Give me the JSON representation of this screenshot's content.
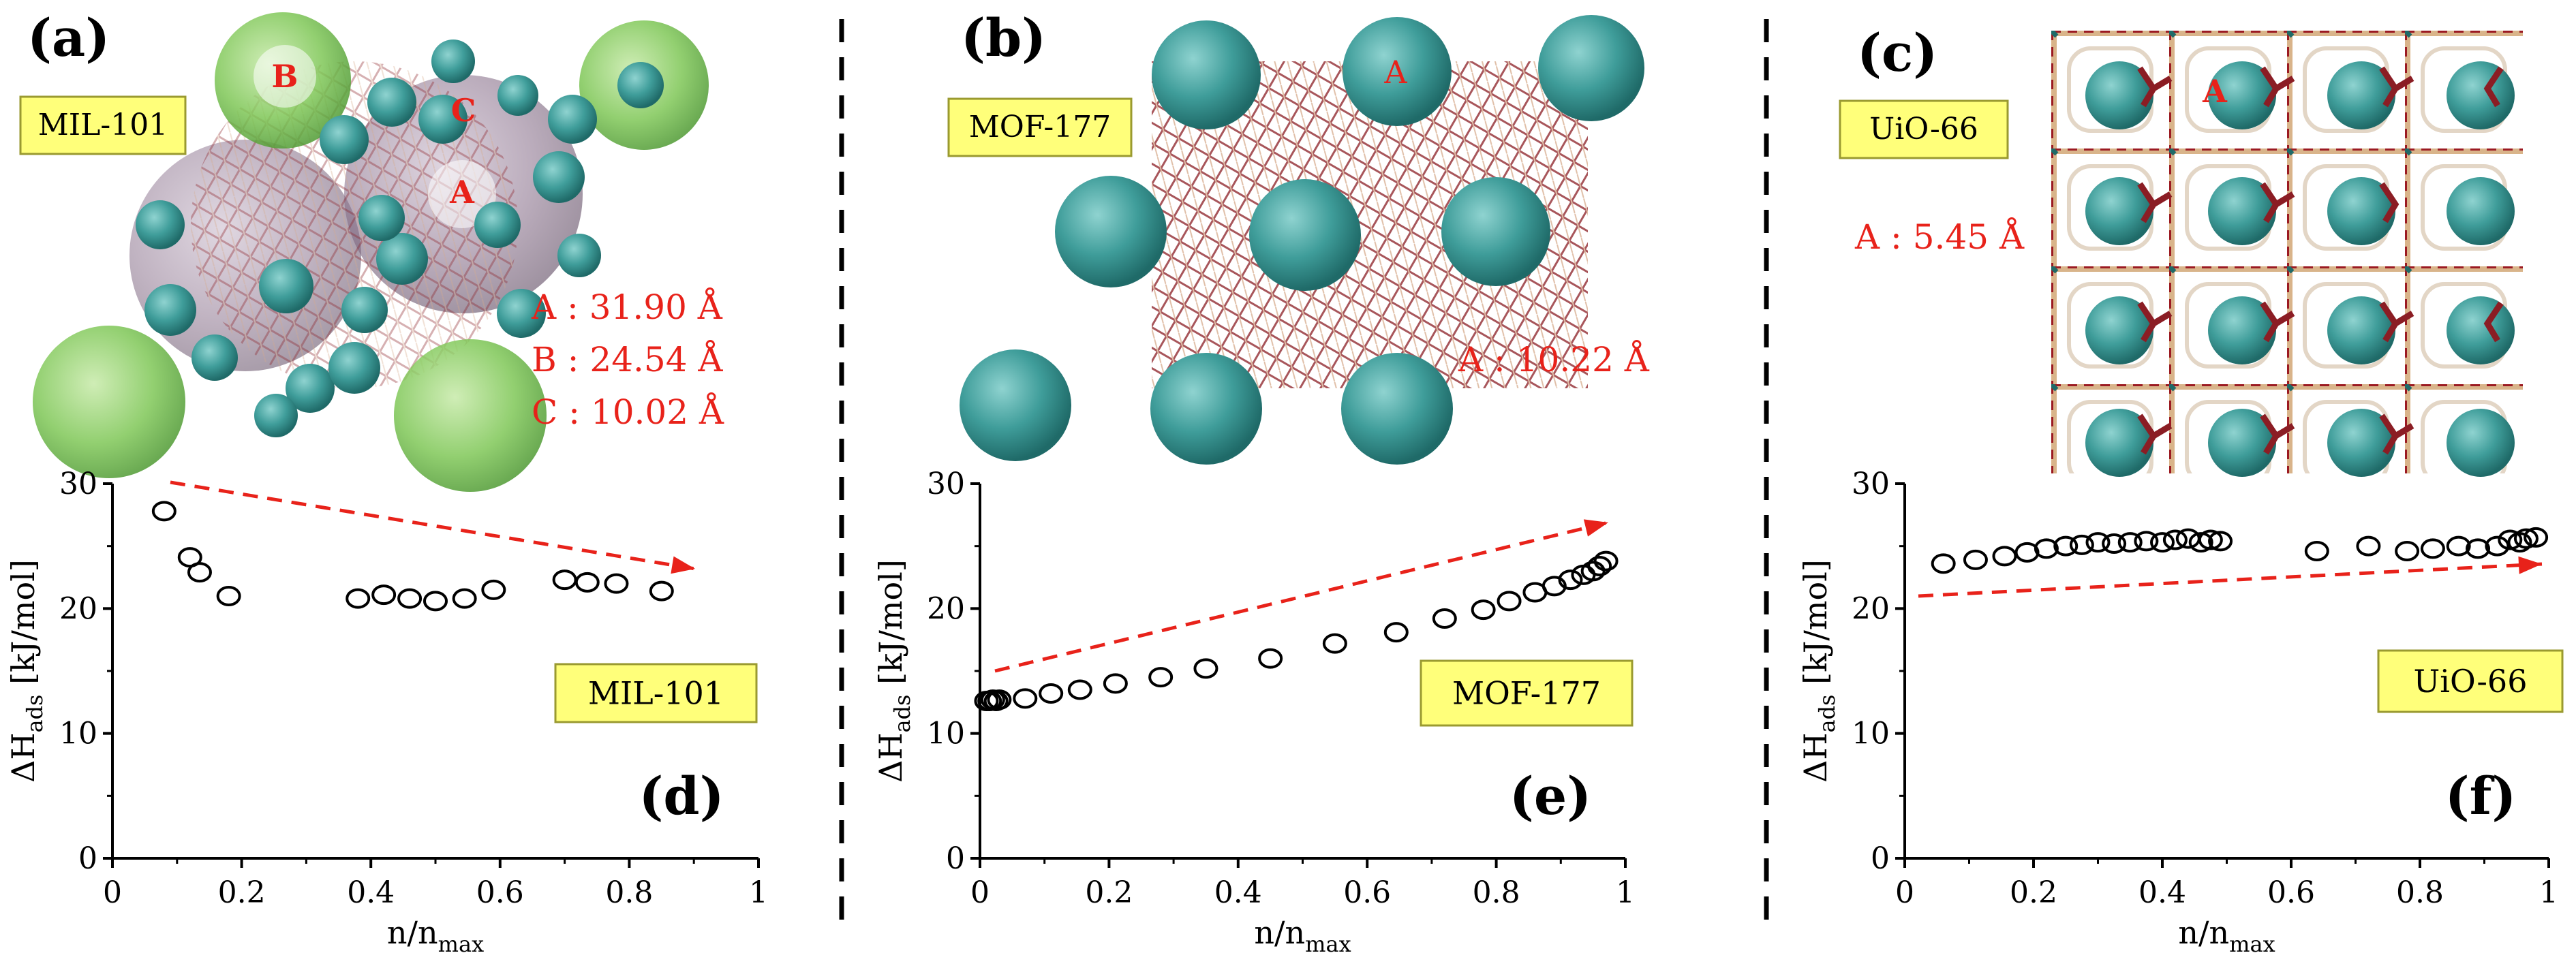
{
  "figure": {
    "colors": {
      "teal": "#3f9d9a",
      "green": "#7fc757",
      "purple": "#8e7690",
      "framework_red": "#8b1d24",
      "label_red": "#e8221a",
      "tag_yellow": "#ffff7a",
      "arrow_red": "#e8221a",
      "marker": "#000000"
    },
    "panels_top": [
      {
        "letter": "(a)",
        "tag": "MIL-101",
        "pore_labels": [
          "A",
          "B",
          "C"
        ],
        "size_labels": [
          "A : 31.90 Å",
          "B : 24.54 Å",
          "C : 10.02 Å"
        ]
      },
      {
        "letter": "(b)",
        "tag": "MOF-177",
        "pore_labels": [
          "A"
        ],
        "size_labels": [
          "A : 10.22 Å"
        ]
      },
      {
        "letter": "(c)",
        "tag": "UiO-66",
        "pore_labels": [
          "A"
        ],
        "size_labels": [
          "A : 5.45 Å"
        ]
      }
    ]
  },
  "chart_data": [
    {
      "type": "scatter",
      "letter": "(d)",
      "tag": "MIL-101",
      "xlabel": "n/n",
      "xlabel_sub": "max",
      "ylabel": "ΔH",
      "ylabel_sub": "ads",
      "ylabel_unit": "[kJ/mol]",
      "xlim": [
        0,
        1
      ],
      "ylim": [
        0,
        30
      ],
      "xticks": [
        "0",
        "0.2",
        "0.4",
        "0.6",
        "0.8",
        "1"
      ],
      "yticks": [
        "0",
        "10",
        "20",
        "30"
      ],
      "marker": "open-circle",
      "arrow": "decreasing",
      "x": [
        0.08,
        0.12,
        0.135,
        0.18,
        0.38,
        0.42,
        0.46,
        0.5,
        0.545,
        0.59,
        0.7,
        0.735,
        0.78,
        0.85
      ],
      "y": [
        27.8,
        24.1,
        22.9,
        21.0,
        20.8,
        21.1,
        20.8,
        20.6,
        20.8,
        21.5,
        22.3,
        22.1,
        22.0,
        21.4
      ]
    },
    {
      "type": "scatter",
      "letter": "(e)",
      "tag": "MOF-177",
      "xlabel": "n/n",
      "xlabel_sub": "max",
      "ylabel": "ΔH",
      "ylabel_sub": "ads",
      "ylabel_unit": "[kJ/mol]",
      "xlim": [
        0,
        1
      ],
      "ylim": [
        0,
        30
      ],
      "xticks": [
        "0",
        "0.2",
        "0.4",
        "0.6",
        "0.8",
        "1"
      ],
      "yticks": [
        "0",
        "10",
        "20",
        "30"
      ],
      "marker": "open-circle",
      "arrow": "increasing",
      "x": [
        0.01,
        0.015,
        0.02,
        0.025,
        0.03,
        0.07,
        0.11,
        0.155,
        0.21,
        0.28,
        0.35,
        0.45,
        0.55,
        0.645,
        0.72,
        0.78,
        0.82,
        0.86,
        0.89,
        0.915,
        0.935,
        0.95,
        0.96,
        0.97
      ],
      "y": [
        12.6,
        12.6,
        12.7,
        12.6,
        12.7,
        12.8,
        13.2,
        13.5,
        14.0,
        14.5,
        15.2,
        16.0,
        17.2,
        18.1,
        19.2,
        19.9,
        20.6,
        21.3,
        21.8,
        22.3,
        22.7,
        23.0,
        23.4,
        23.8
      ]
    },
    {
      "type": "scatter",
      "letter": "(f)",
      "tag": "UiO-66",
      "xlabel": "n/n",
      "xlabel_sub": "max",
      "ylabel": "ΔH",
      "ylabel_sub": "ads",
      "ylabel_unit": "[kJ/mol]",
      "xlim": [
        0,
        1
      ],
      "ylim": [
        0,
        30
      ],
      "xticks": [
        "0",
        "0.2",
        "0.4",
        "0.6",
        "0.8",
        "1"
      ],
      "yticks": [
        "0",
        "10",
        "20",
        "30"
      ],
      "marker": "open-circle",
      "arrow": "increasing",
      "x": [
        0.06,
        0.11,
        0.155,
        0.19,
        0.22,
        0.25,
        0.275,
        0.3,
        0.325,
        0.35,
        0.375,
        0.4,
        0.42,
        0.44,
        0.46,
        0.475,
        0.49,
        0.64,
        0.72,
        0.78,
        0.82,
        0.86,
        0.89,
        0.92,
        0.94,
        0.955,
        0.965,
        0.98
      ],
      "y": [
        23.6,
        23.9,
        24.2,
        24.5,
        24.8,
        25.0,
        25.1,
        25.3,
        25.2,
        25.3,
        25.4,
        25.3,
        25.5,
        25.6,
        25.3,
        25.5,
        25.4,
        24.6,
        25.0,
        24.6,
        24.8,
        25.0,
        24.8,
        25.0,
        25.5,
        25.3,
        25.6,
        25.7
      ]
    }
  ]
}
